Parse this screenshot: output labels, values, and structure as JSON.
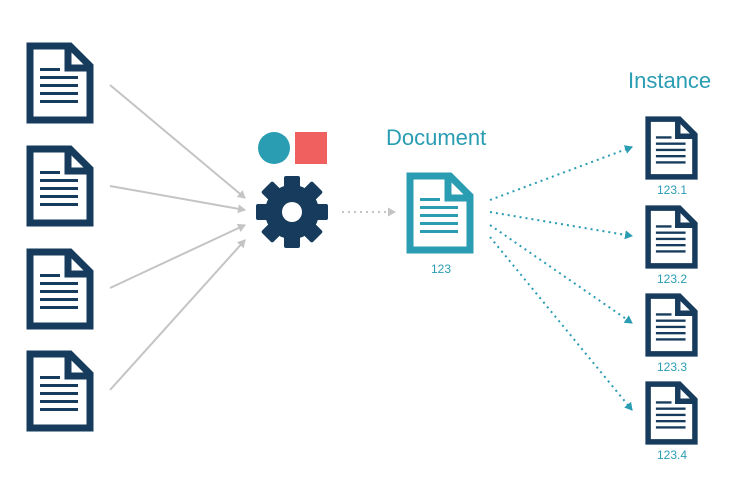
{
  "document_label": "Document",
  "instance_label": "Instance",
  "document_id": "123",
  "instances": [
    "123.1",
    "123.2",
    "123.3",
    "123.4"
  ],
  "colors": {
    "navy": "#163b5c",
    "teal": "#2a9db3",
    "coral": "#f0605e",
    "gray_arrow": "#c4c4c4"
  },
  "icons": {
    "sources": "document-icon",
    "process": "gear-icon",
    "shapes": [
      "circle-icon",
      "square-icon"
    ]
  }
}
